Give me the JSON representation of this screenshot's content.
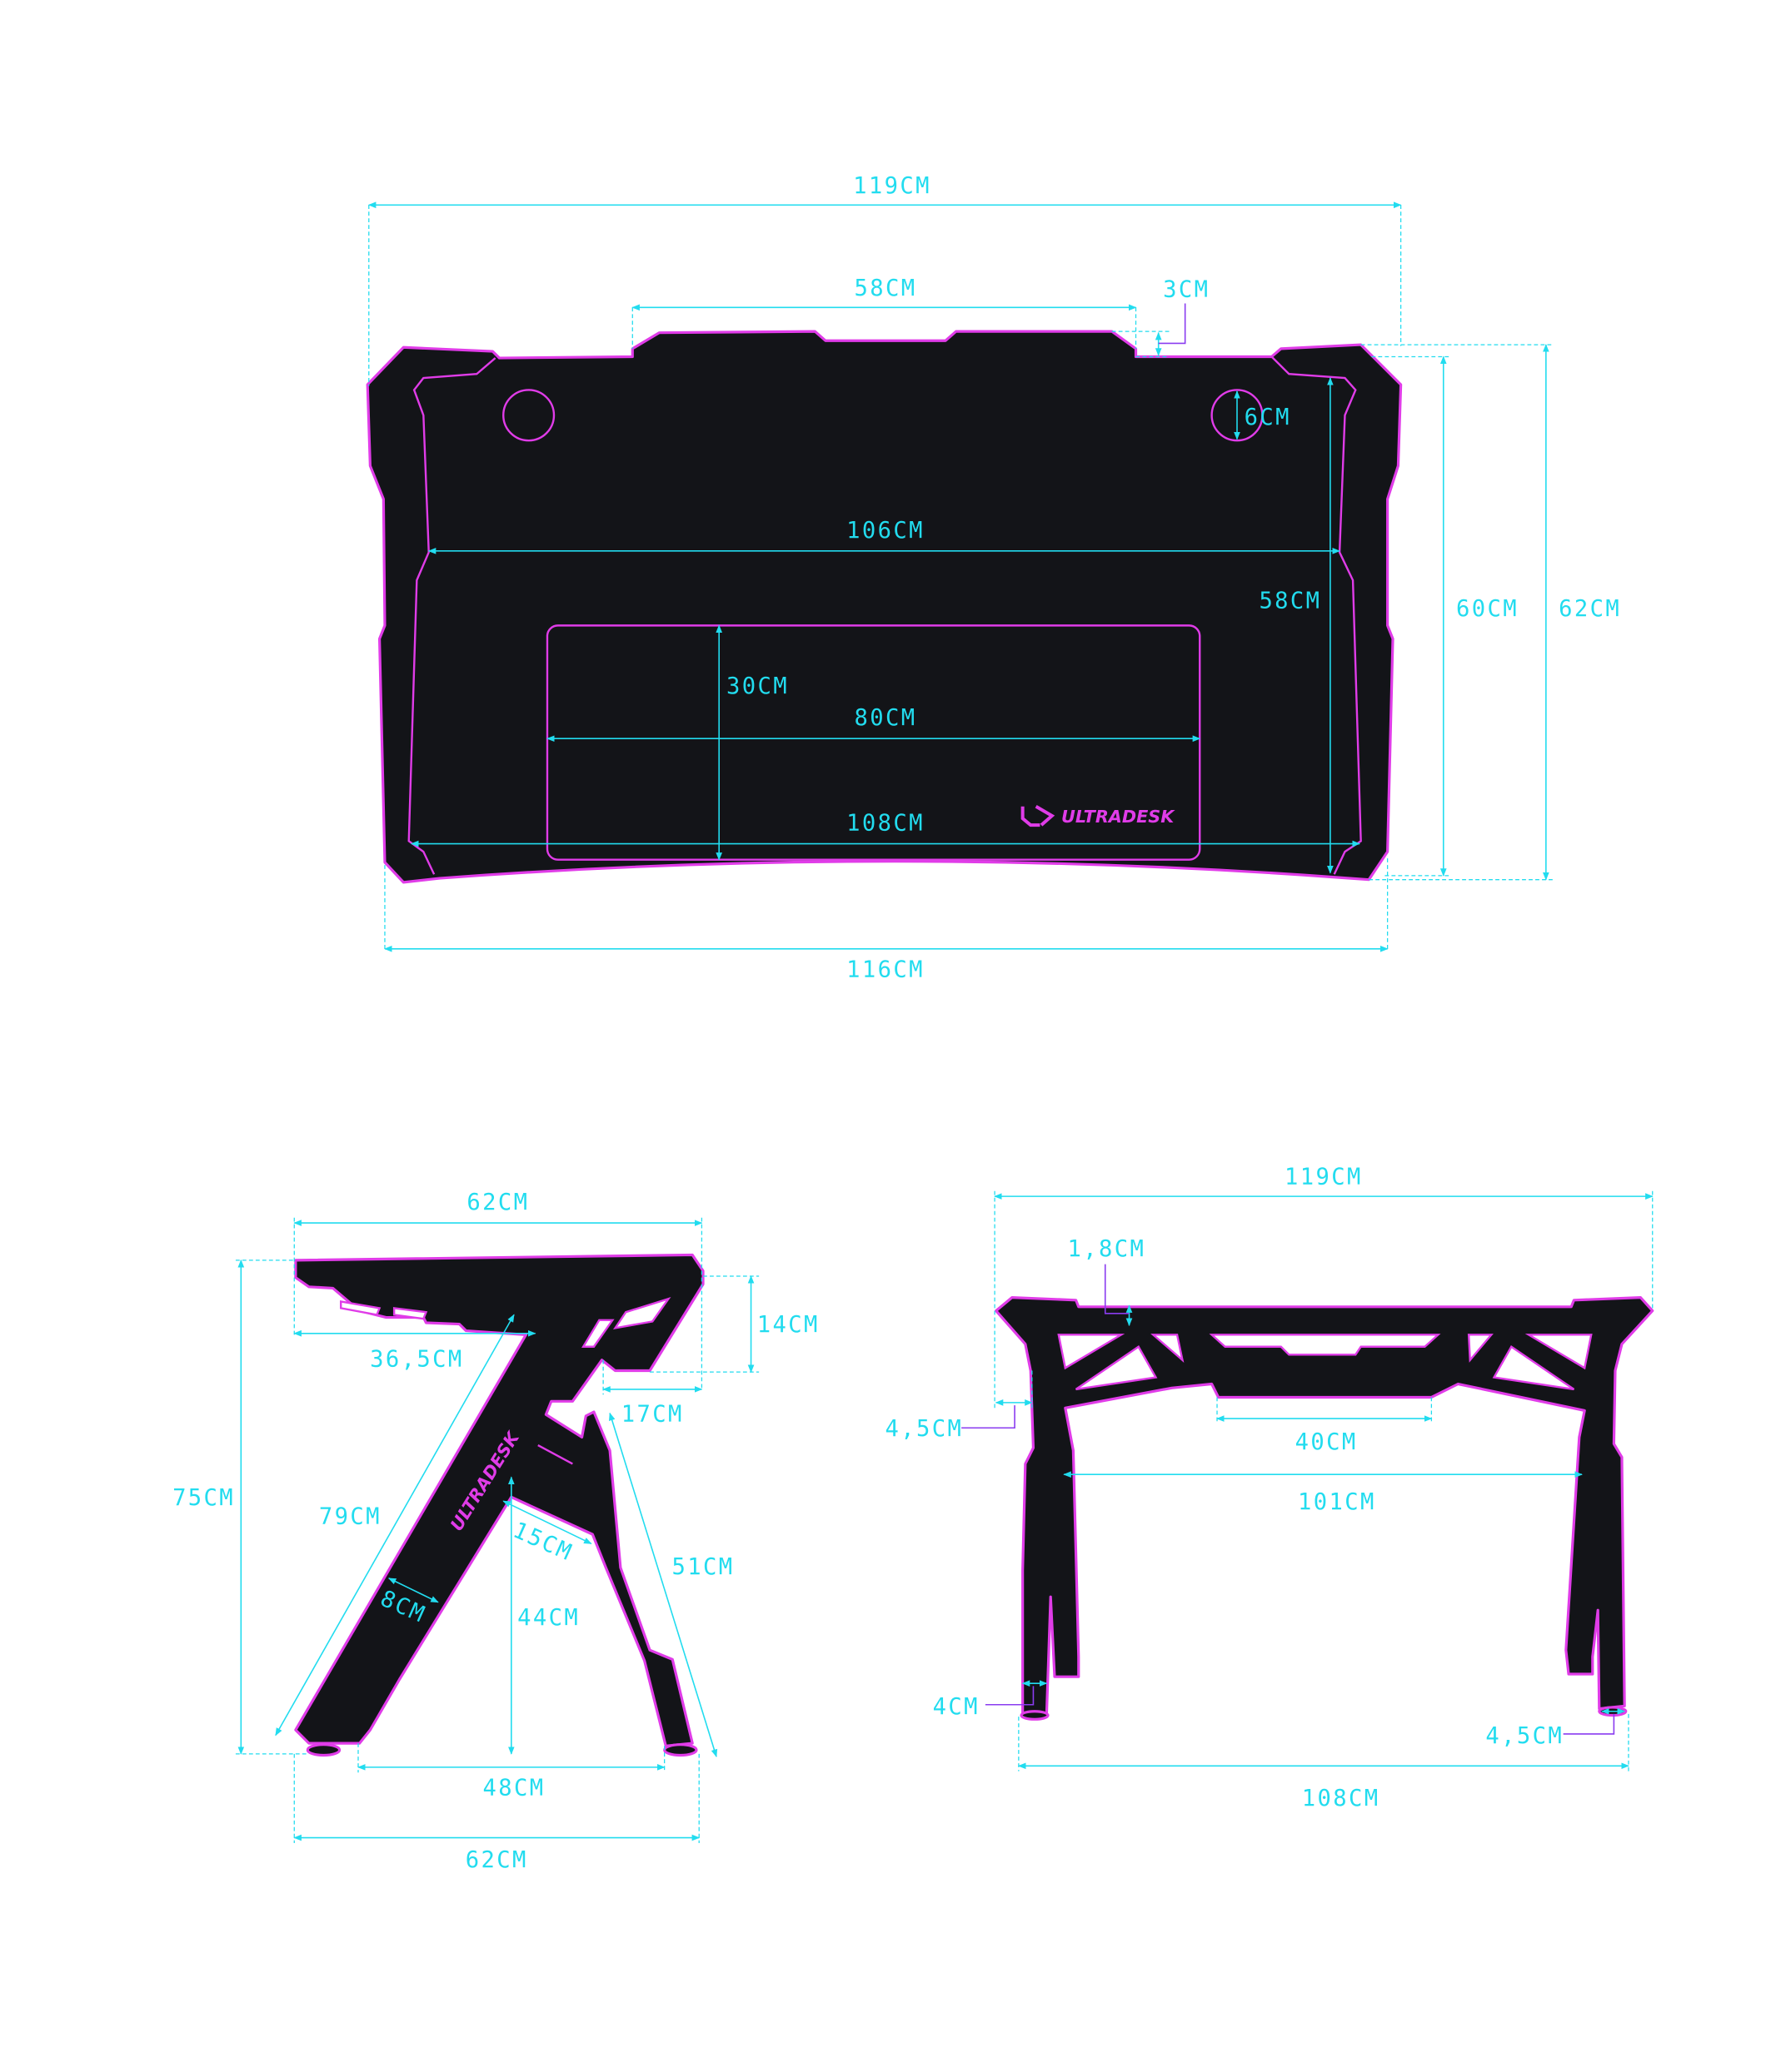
{
  "brand": "ULTRADESK",
  "colors": {
    "dimension": "#22dcef",
    "outline": "#e03ce8",
    "desk": "#131418"
  },
  "top_view": {
    "overall_width": "119CM",
    "notch_width": "58CM",
    "notch_depth": "3CM",
    "cable_hole": "6CM",
    "inner_width": "106CM",
    "inner_depth": "58CM",
    "depth_60": "60CM",
    "depth_62": "62CM",
    "pad_depth": "30CM",
    "pad_width": "80CM",
    "front_width": "108CM",
    "rear_width": "116CM"
  },
  "side_view": {
    "top_depth": "62CM",
    "front_drop": "14CM",
    "top_to_leg": "36,5CM",
    "rear_overhang": "17CM",
    "height": "75CM",
    "front_leg": "79CM",
    "leg_width": "8CM",
    "brace": "15CM",
    "knee_height": "44CM",
    "rear_leg": "51CM",
    "foot_span": "48CM",
    "base_depth": "62CM"
  },
  "front_view": {
    "overall_width": "119CM",
    "top_thickness": "1,8CM",
    "side_overhang": "4,5CM",
    "center_panel": "40CM",
    "leg_inner_span": "101CM",
    "leg_width": "4CM",
    "foot_width": "4,5CM",
    "foot_span": "108CM"
  }
}
